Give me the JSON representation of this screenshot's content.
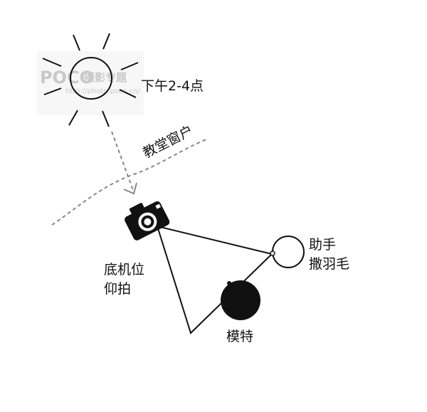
{
  "watermark": {
    "logo": "POCO",
    "brand": "摄影专题",
    "url": "http://photo.poco.cn/"
  },
  "labels": {
    "sun_time": "下午2-4点",
    "window": "教堂窗户",
    "camera_line1": "底机位",
    "camera_line2": "仰拍",
    "assistant_line1": "助手",
    "assistant_line2": "撒羽毛",
    "model": "模特"
  },
  "icons": [
    "sun-icon",
    "camera-icon",
    "assistant-icon",
    "model-icon"
  ],
  "colors": {
    "ink": "#111111",
    "dashed": "#888888",
    "watermark": "#c9c9c9"
  }
}
